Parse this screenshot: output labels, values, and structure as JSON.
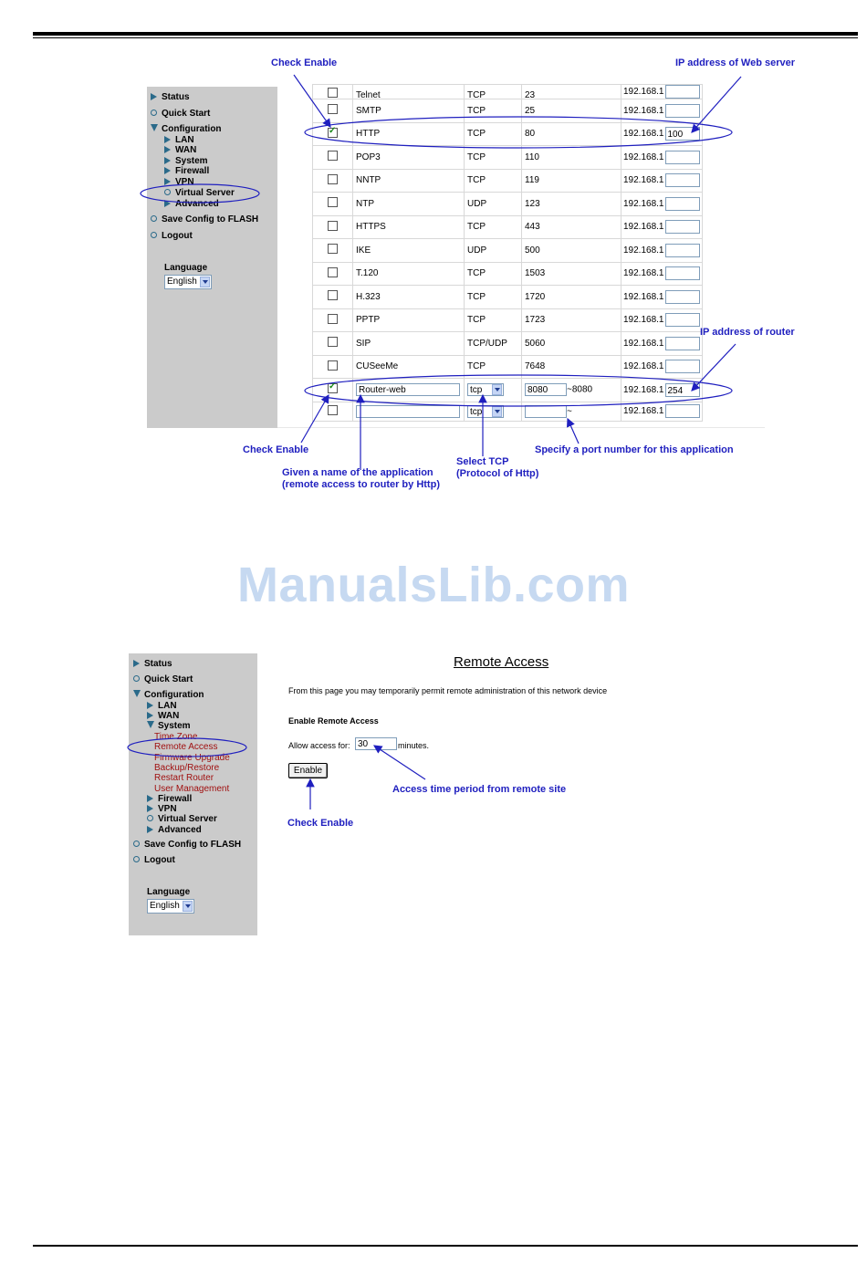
{
  "watermark": "ManualsLib.com",
  "section1": {
    "sidebar": {
      "items": [
        {
          "label": "Status",
          "icon": "triangle-right-icon"
        },
        {
          "label": "Quick Start",
          "icon": "circle-icon"
        },
        {
          "label": "Configuration",
          "icon": "triangle-down-icon"
        },
        {
          "label": "LAN",
          "icon": "triangle-right-icon"
        },
        {
          "label": "WAN",
          "icon": "triangle-right-icon"
        },
        {
          "label": "System",
          "icon": "triangle-right-icon"
        },
        {
          "label": "Firewall",
          "icon": "triangle-right-icon"
        },
        {
          "label": "VPN",
          "icon": "triangle-right-icon"
        },
        {
          "label": "Virtual Server",
          "icon": "circle-icon"
        },
        {
          "label": "Advanced",
          "icon": "triangle-right-icon"
        },
        {
          "label": "Save Config to FLASH",
          "icon": "circle-icon"
        },
        {
          "label": "Logout",
          "icon": "circle-icon"
        }
      ],
      "language_label": "Language",
      "language_value": "English"
    },
    "table": {
      "ip_prefix": "192.168.1",
      "rows": [
        {
          "name": "Telnet",
          "protocol": "TCP",
          "port": "23",
          "ip": "",
          "checked": false
        },
        {
          "name": "SMTP",
          "protocol": "TCP",
          "port": "25",
          "ip": "",
          "checked": false
        },
        {
          "name": "HTTP",
          "protocol": "TCP",
          "port": "80",
          "ip": "100",
          "checked": true
        },
        {
          "name": "POP3",
          "protocol": "TCP",
          "port": "110",
          "ip": "",
          "checked": false
        },
        {
          "name": "NNTP",
          "protocol": "TCP",
          "port": "119",
          "ip": "",
          "checked": false
        },
        {
          "name": "NTP",
          "protocol": "UDP",
          "port": "123",
          "ip": "",
          "checked": false
        },
        {
          "name": "HTTPS",
          "protocol": "TCP",
          "port": "443",
          "ip": "",
          "checked": false
        },
        {
          "name": "IKE",
          "protocol": "UDP",
          "port": "500",
          "ip": "",
          "checked": false
        },
        {
          "name": "T.120",
          "protocol": "TCP",
          "port": "1503",
          "ip": "",
          "checked": false
        },
        {
          "name": "H.323",
          "protocol": "TCP",
          "port": "1720",
          "ip": "",
          "checked": false
        },
        {
          "name": "PPTP",
          "protocol": "TCP",
          "port": "1723",
          "ip": "",
          "checked": false
        },
        {
          "name": "SIP",
          "protocol": "TCP/UDP",
          "port": "5060",
          "ip": "",
          "checked": false
        },
        {
          "name": "CUSeeMe",
          "protocol": "TCP",
          "port": "7648",
          "ip": "",
          "checked": false
        }
      ],
      "custom_rows": [
        {
          "name": "Router-web",
          "protocol": "tcp",
          "port_from": "8080",
          "port_to": "~8080",
          "ip": "254",
          "checked": true
        },
        {
          "name": "",
          "protocol": "tcp",
          "port_from": "",
          "port_to": "~",
          "ip": "",
          "checked": false
        }
      ]
    },
    "notes": {
      "check_enable_top": "Check Enable",
      "ip_web_server": "IP address of Web server",
      "ip_router": "IP address of router",
      "check_enable_bottom": "Check Enable",
      "app_name_line1": "Given a name of the application",
      "app_name_line2": "(remote access to router by Http)",
      "select_tcp_line1": "Select TCP",
      "select_tcp_line2": "(Protocol of Http)",
      "port_note": "Specify a port number for this application"
    }
  },
  "section2": {
    "sidebar": {
      "items": [
        {
          "label": "Status",
          "icon": "triangle-right-icon"
        },
        {
          "label": "Quick Start",
          "icon": "circle-icon"
        },
        {
          "label": "Configuration",
          "icon": "triangle-down-icon"
        },
        {
          "label": "LAN",
          "icon": "triangle-right-icon"
        },
        {
          "label": "WAN",
          "icon": "triangle-right-icon"
        },
        {
          "label": "System",
          "icon": "triangle-down-icon"
        }
      ],
      "system_sub": [
        "Time Zone",
        "Remote Access",
        "Firmware Upgrade",
        "Backup/Restore",
        "Restart Router",
        "User Management"
      ],
      "items_after": [
        {
          "label": "Firewall",
          "icon": "triangle-right-icon"
        },
        {
          "label": "VPN",
          "icon": "triangle-right-icon"
        },
        {
          "label": "Virtual Server",
          "icon": "circle-icon"
        },
        {
          "label": "Advanced",
          "icon": "triangle-right-icon"
        },
        {
          "label": "Save Config to FLASH",
          "icon": "circle-icon"
        },
        {
          "label": "Logout",
          "icon": "circle-icon"
        }
      ],
      "language_label": "Language",
      "language_value": "English"
    },
    "title": "Remote Access",
    "description": "From this page you may temporarily permit remote administration of this network device",
    "enable_heading": "Enable Remote Access",
    "allow_label": "Allow access for:",
    "allow_value": "30",
    "minutes_label": "minutes.",
    "enable_button": "Enable",
    "notes": {
      "access_time": "Access time period from remote site",
      "check_enable": "Check Enable"
    }
  },
  "colors": {
    "annotation": "#1f1fbf",
    "sidebar_bg": "#cbcbcb",
    "submenu_red": "#a01010"
  }
}
